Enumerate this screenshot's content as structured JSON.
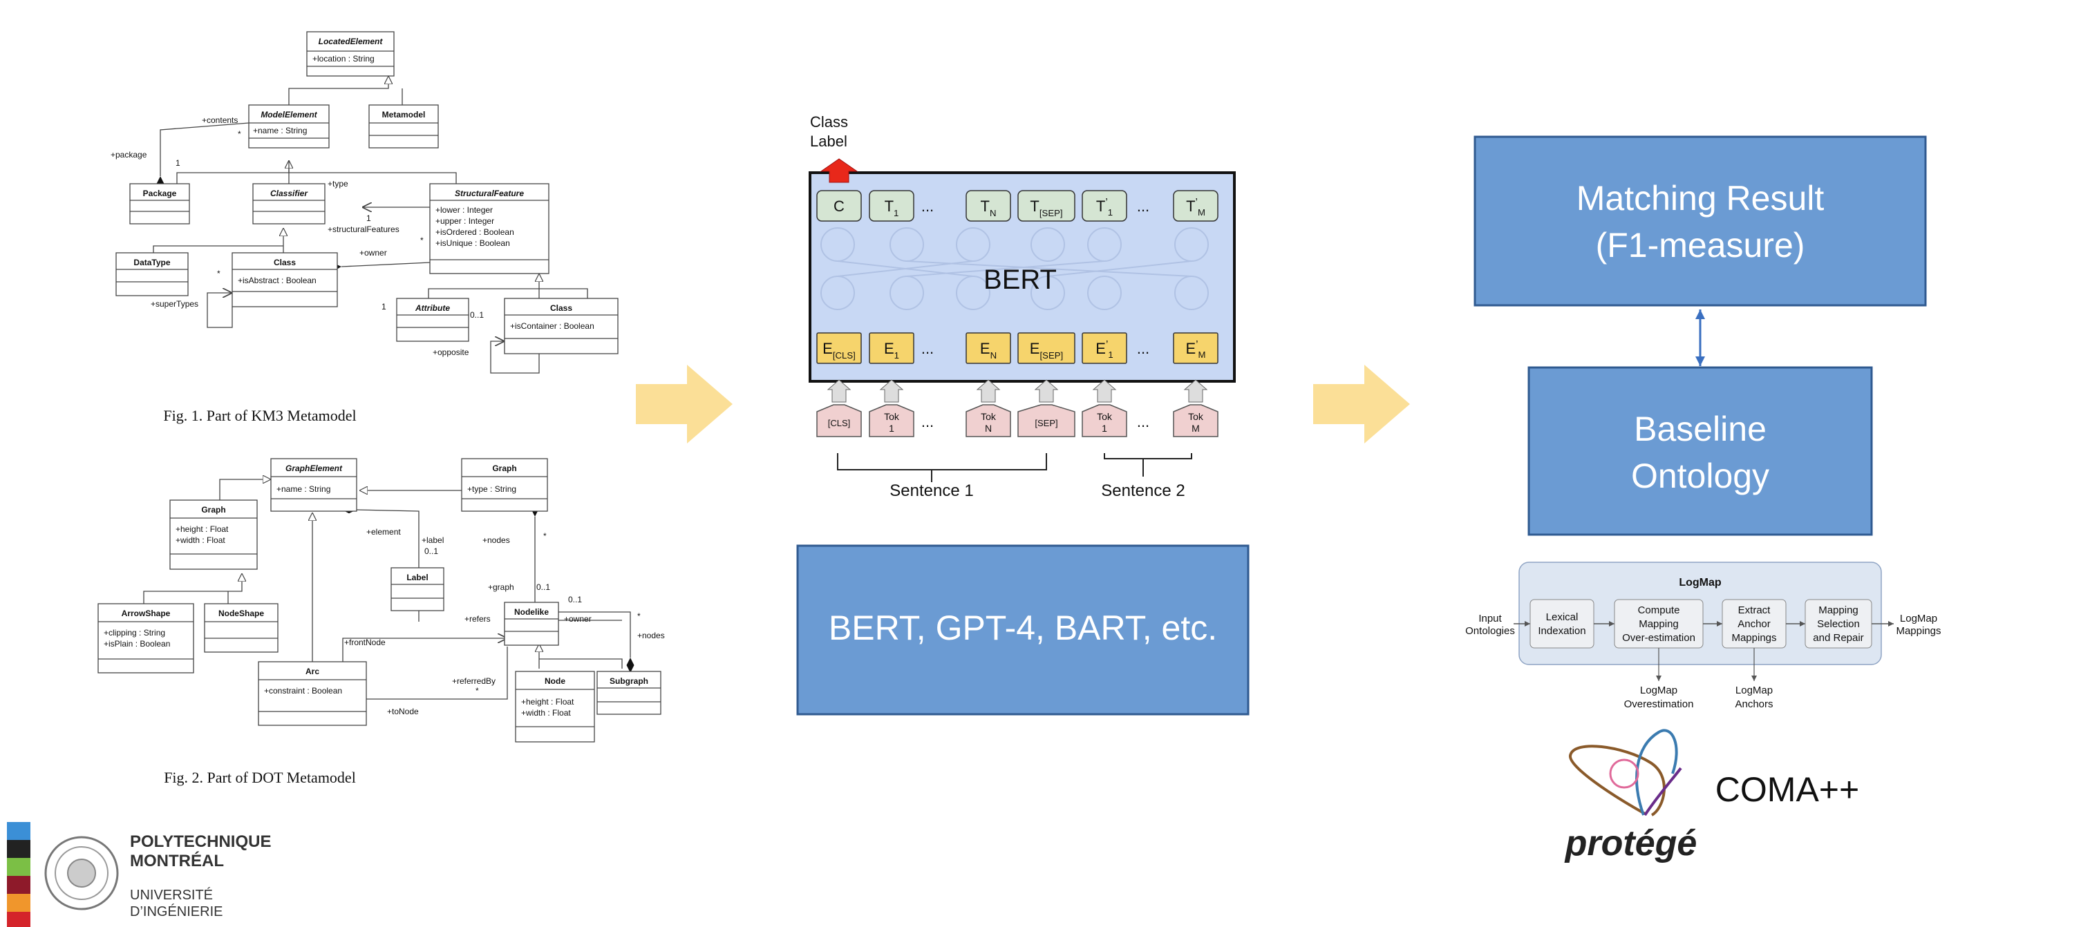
{
  "km3": {
    "caption": "Fig. 1.  Part of KM3 Metamodel",
    "located_element": {
      "name": "LocatedElement",
      "attr": "+location : String"
    },
    "model_element": {
      "name": "ModelElement",
      "attr": "+name : String"
    },
    "metamodel": {
      "name": "Metamodel"
    },
    "package": {
      "name": "Package"
    },
    "classifier": {
      "name": "Classifier"
    },
    "structural_feature": {
      "name": "StructuralFeature",
      "attrs": [
        "+lower : Integer",
        "+upper : Integer",
        "+isOrdered : Boolean",
        "+isUnique : Boolean"
      ]
    },
    "datatype": {
      "name": "DataType"
    },
    "class1": {
      "name": "Class",
      "attr": "+isAbstract : Boolean"
    },
    "attribute": {
      "name": "Attribute"
    },
    "class2": {
      "name": "Class",
      "attr": "+isContainer : Boolean"
    },
    "labels": {
      "contents": "+contents",
      "star1": "*",
      "package": "+package",
      "one1": "1",
      "type": "+type",
      "one2": "1",
      "structural_features": "+structuralFeatures",
      "star2": "*",
      "owner": "+owner",
      "star3": "*",
      "super_types": "+superTypes",
      "one3": "1",
      "zero_one": "0..1",
      "opposite": "+opposite"
    }
  },
  "dot": {
    "caption": "Fig. 2.  Part of DOT Metamodel",
    "graph_element": {
      "name": "GraphElement",
      "attr": "+name : String"
    },
    "graph_top": {
      "name": "Graph",
      "attr": "+type : String"
    },
    "graph": {
      "name": "Graph",
      "attrs": [
        "+height : Float",
        "+width : Float"
      ]
    },
    "label": {
      "name": "Label"
    },
    "arrow_shape": {
      "name": "ArrowShape",
      "attrs": [
        "+clipping : String",
        "+isPlain : Boolean"
      ]
    },
    "node_shape": {
      "name": "NodeShape"
    },
    "nodelike": {
      "name": "Nodelike"
    },
    "arc": {
      "name": "Arc",
      "attr": "+constraint : Boolean"
    },
    "node": {
      "name": "Node",
      "attrs": [
        "+height : Float",
        "+width : Float"
      ]
    },
    "subgraph": {
      "name": "Subgraph"
    },
    "labels": {
      "element": "+element",
      "label": "+label",
      "label_mult": "0..1",
      "nodes": "+nodes",
      "star_nodes": "*",
      "graph": "+graph",
      "graph_mult": "0..1",
      "refers": "+refers",
      "owner": "+owner",
      "owner_mult": "0..1",
      "front_node": "+frontNode",
      "referred_by": "+referredBy",
      "star_ref": "*",
      "to_node": "+toNode",
      "star_sub": "*",
      "sub_nodes": "+nodes"
    }
  },
  "bert": {
    "class_label": [
      "Class",
      "Label"
    ],
    "title": "BERT",
    "top_tokens": [
      {
        "main": "C",
        "sub": "",
        "sup": ""
      },
      {
        "main": "T",
        "sub": "1",
        "sup": ""
      },
      {
        "main": "T",
        "sub": "N",
        "sup": ""
      },
      {
        "main": "T",
        "sub": "[SEP]",
        "sup": ""
      },
      {
        "main": "T",
        "sub": "1",
        "sup": "’"
      },
      {
        "main": "T",
        "sub": "M",
        "sup": "’"
      }
    ],
    "emb_tokens": [
      {
        "main": "E",
        "sub": "[CLS]",
        "sup": ""
      },
      {
        "main": "E",
        "sub": "1",
        "sup": ""
      },
      {
        "main": "E",
        "sub": "N",
        "sup": ""
      },
      {
        "main": "E",
        "sub": "[SEP]",
        "sup": ""
      },
      {
        "main": "E",
        "sub": "1",
        "sup": "’"
      },
      {
        "main": "E",
        "sub": "M",
        "sup": "’"
      }
    ],
    "input_tokens": [
      {
        "lines": [
          "[CLS]"
        ]
      },
      {
        "lines": [
          "Tok",
          "1"
        ]
      },
      {
        "lines": [
          "Tok",
          "N"
        ]
      },
      {
        "lines": [
          "[SEP]"
        ]
      },
      {
        "lines": [
          "Tok",
          "1"
        ]
      },
      {
        "lines": [
          "Tok",
          "M"
        ]
      }
    ],
    "ellipsis": "...",
    "sentence1": "Sentence 1",
    "sentence2": "Sentence 2",
    "models_box": "BERT, GPT-4, BART, etc."
  },
  "right": {
    "matching_result": [
      "Matching Result",
      "(F1-measure)"
    ],
    "baseline": [
      "Baseline",
      "Ontology"
    ]
  },
  "logmap": {
    "title": "LogMap",
    "input": [
      "Input",
      "Ontologies"
    ],
    "steps": [
      {
        "lines": [
          "Lexical",
          "Indexation"
        ]
      },
      {
        "lines": [
          "Compute",
          "Mapping",
          "Over-estimation"
        ]
      },
      {
        "lines": [
          "Extract",
          "Anchor",
          "Mappings"
        ]
      },
      {
        "lines": [
          "Mapping",
          "Selection",
          "and Repair"
        ]
      }
    ],
    "output": [
      "LogMap",
      "Mappings"
    ],
    "overestimation": [
      "LogMap",
      "Overestimation"
    ],
    "anchors": [
      "LogMap",
      "Anchors"
    ]
  },
  "tools": {
    "protege": "protégé",
    "coma": "COMA++"
  },
  "logo": {
    "line1": "POLYTECHNIQUE",
    "line2": "MONTRÉAL",
    "line3": "UNIVERSITÉ",
    "line4": "D’INGÉNIERIE"
  },
  "colors": {
    "blue_box": "#6b9bd3",
    "blue_border": "#2f5a90",
    "arrow_fill": "#fbdc8c",
    "bert_bg": "#c8d8f4",
    "top_token": "#d5e5d3",
    "emb_token": "#f6d46c",
    "input_token": "#f0d0d0",
    "logmap_bg": "#dde6f2",
    "red_arrow": "#e8281a"
  }
}
